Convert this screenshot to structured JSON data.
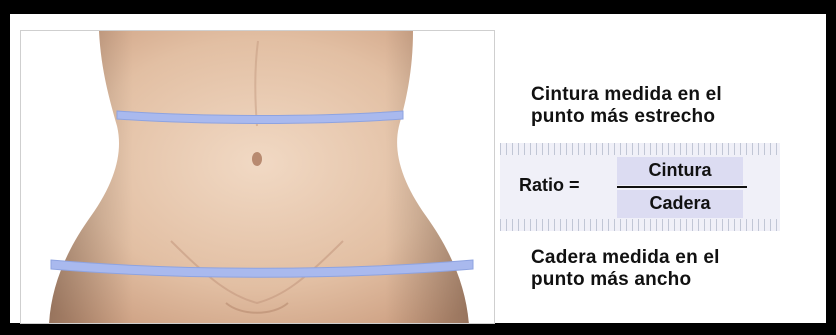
{
  "figure": {
    "waist_caption_line1": "Cintura medida en el",
    "waist_caption_line2": "punto más estrecho",
    "hip_caption_line1": "Cadera medida en el",
    "hip_caption_line2": "punto más ancho",
    "ratio_label": "Ratio =",
    "numerator": "Cintura",
    "denominator": "Cadera"
  },
  "colors": {
    "background": "#000000",
    "measure_band": "#a9b9ee",
    "skin": "#e7c7ad",
    "fraction_box": "#dcdcf2"
  }
}
